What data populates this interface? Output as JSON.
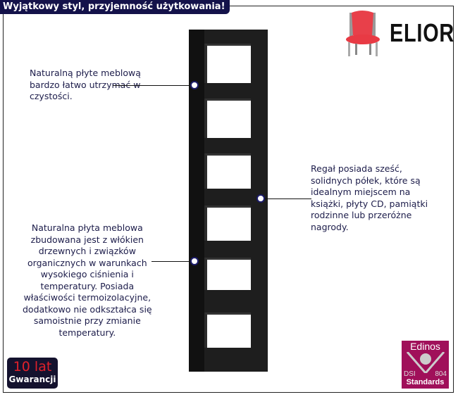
{
  "title": "Wyjątkowy styl, przyjemność użytkowania!",
  "brand": "ELIOR",
  "callouts": [
    "Naturalną płyte meblową\nbardzo łatwo utrzymać w\nczystości.",
    "Regał posiada sześć,\nsolidnych półek, które są\nidealnym miejscem na\nksiążki, płyty CD, pamiątki\nrodzinne lub przeróżne\nnagrody.",
    "Naturalna płyta meblowa\nzbudowana jest z włókien\ndrzewnych i związków\norganicznych w warunkach\nwysokiego ciśnienia i\ntemperatury. Posiada\nwłaściwości termoizolacyjne,\ndodatkowo nie odkształca się\nsamoistnie przy zmianie\ntemperatury."
  ],
  "warranty": {
    "years": "10 lat",
    "label": "Gwarancji"
  },
  "edinos": {
    "name": "Edinos",
    "left": "DSI",
    "right": "804",
    "bottom": "Standards"
  },
  "colors": {
    "title_bg": "#14124a",
    "edinos_bg": "#a0105a",
    "warranty_red": "#e0202a"
  }
}
